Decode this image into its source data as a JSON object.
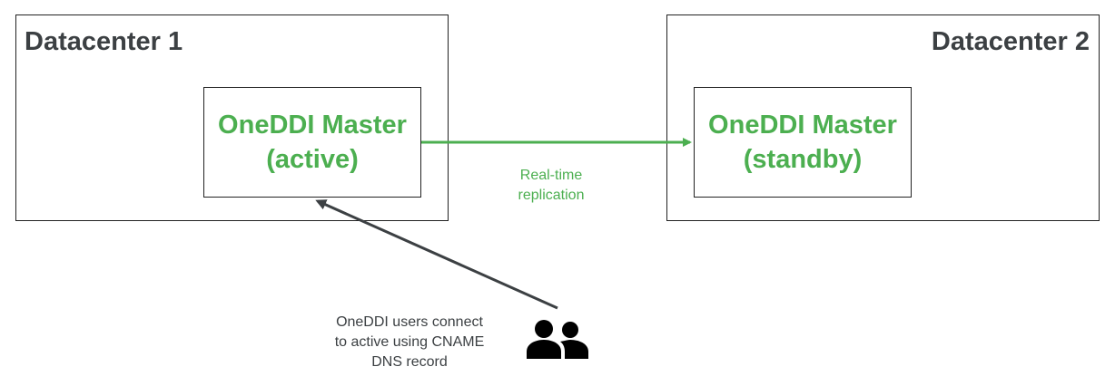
{
  "datacenters": [
    {
      "title": "Datacenter 1"
    },
    {
      "title": "Datacenter 2"
    }
  ],
  "masters": {
    "active": {
      "line1": "OneDDI Master",
      "line2": "(active)"
    },
    "standby": {
      "line1": "OneDDI Master",
      "line2": "(standby)"
    }
  },
  "replication": {
    "line1": "Real-time",
    "line2": "replication"
  },
  "users": {
    "line1": "OneDDI users connect",
    "line2": "to active using CNAME",
    "line3": "DNS record",
    "icon": "group-icon"
  },
  "colors": {
    "accent_green": "#4caf50",
    "text_dark": "#3c4043",
    "border": "#222222",
    "arrow_dark": "#3c4043"
  }
}
